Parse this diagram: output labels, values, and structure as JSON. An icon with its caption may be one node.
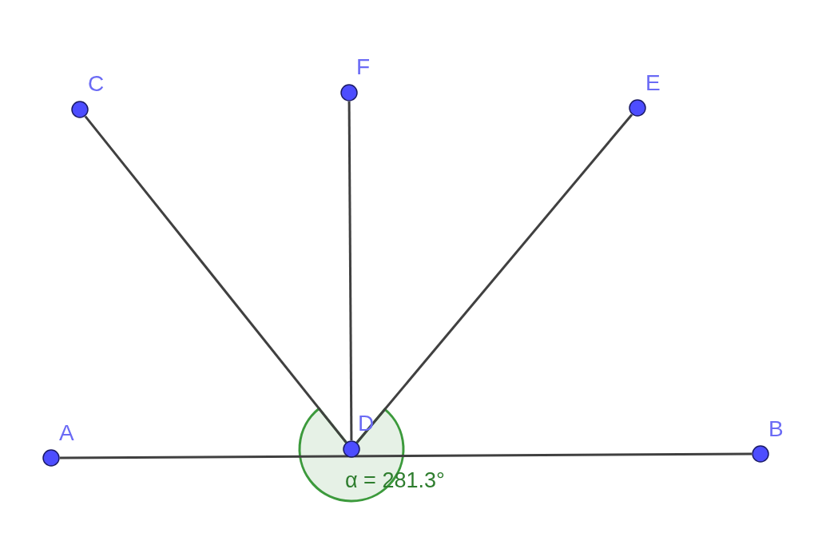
{
  "diagram": {
    "nodes": [
      {
        "text": [],
        "shape": "circle",
        "beside": [
          "A"
        ]
      },
      {
        "text": [],
        "shape": "circle",
        "beside": [
          "C"
        ]
      },
      {
        "text": [],
        "shape": "circle",
        "beside": [
          "F"
        ]
      },
      {
        "text": [],
        "shape": "circle",
        "beside": [
          "D"
        ]
      },
      {
        "text": [],
        "shape": "circle",
        "beside": [
          "E"
        ]
      },
      {
        "text": [],
        "shape": "circle",
        "beside": [
          "B"
        ]
      }
    ],
    "edges": [
      {
        "from": 0,
        "to": 5,
        "arrow": "none"
      },
      {
        "from": 3,
        "to": 1,
        "arrow": "none"
      },
      {
        "from": 3,
        "to": 2,
        "arrow": "none"
      },
      {
        "from": 3,
        "to": 4,
        "arrow": "none"
      }
    ],
    "labels": [
      "α = 281.3°"
    ]
  }
}
